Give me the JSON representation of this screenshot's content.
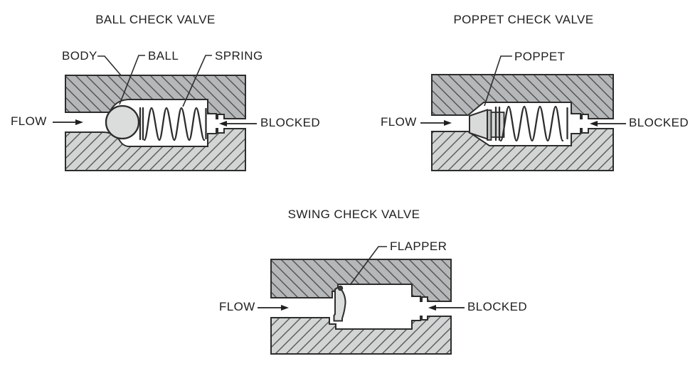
{
  "figure": {
    "kind": "check-valve-cross-section-diagram",
    "valves": [
      {
        "title": "BALL CHECK VALVE",
        "part_labels": [
          "BODY",
          "BALL",
          "SPRING"
        ],
        "flow_label": "FLOW",
        "blocked_label": "BLOCKED"
      },
      {
        "title": "POPPET CHECK VALVE",
        "part_labels": [
          "POPPET"
        ],
        "flow_label": "FLOW",
        "blocked_label": "BLOCKED"
      },
      {
        "title": "SWING CHECK VALVE",
        "part_labels": [
          "FLAPPER"
        ],
        "flow_label": "FLOW",
        "blocked_label": "BLOCKED"
      }
    ],
    "colors": {
      "background": "#ffffff",
      "outline": "#2d2d2d",
      "hatch_dark_fill": "#b5b7b8",
      "hatch_light_fill": "#d3d5d5",
      "hatch_line": "#545557",
      "component_fill": "#dbdcdc",
      "text": "#1f1f1f"
    }
  }
}
